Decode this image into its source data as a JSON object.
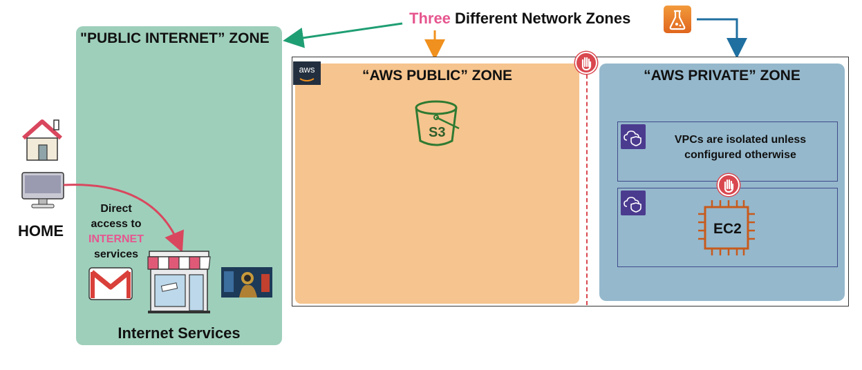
{
  "title": {
    "accent_word": "Three",
    "rest": "Different Network Zones",
    "icon": "flask-icon"
  },
  "public_zone": {
    "title": "\"PUBLIC INTERNET” ZONE",
    "services_label": "Internet Services",
    "service_icons": [
      "gmail-icon",
      "storefront-icon",
      "game-thumbnail"
    ]
  },
  "home": {
    "label": "HOME",
    "icons": [
      "house-icon",
      "computer-icon"
    ],
    "access_note": {
      "line1": "Direct",
      "line2": "access to",
      "line3": "INTERNET",
      "line4": "services"
    }
  },
  "aws": {
    "logo": "aws",
    "public_zone": {
      "title": "“AWS PUBLIC” ZONE",
      "service": "S3"
    },
    "private_zone": {
      "title": "“AWS PRIVATE” ZONE",
      "vpc_note_line1": "VPCs are isolated unless",
      "vpc_note_line2": "configured otherwise",
      "service": "EC2"
    }
  },
  "colors": {
    "accent_pink": "#e6568f",
    "public_zone_bg": "#9ecfbb",
    "aws_public_bg": "#f6c48e",
    "aws_private_bg": "#95b8cc",
    "arrow_green": "#1f9e74",
    "arrow_orange": "#f0901e",
    "arrow_blue": "#1f6fa0",
    "arrow_red": "#d9475e",
    "blocker_red": "#d9474f",
    "s3_green": "#2f7a32",
    "ec2_orange": "#c85a1c",
    "vpc_purple": "#4b3b8f"
  }
}
